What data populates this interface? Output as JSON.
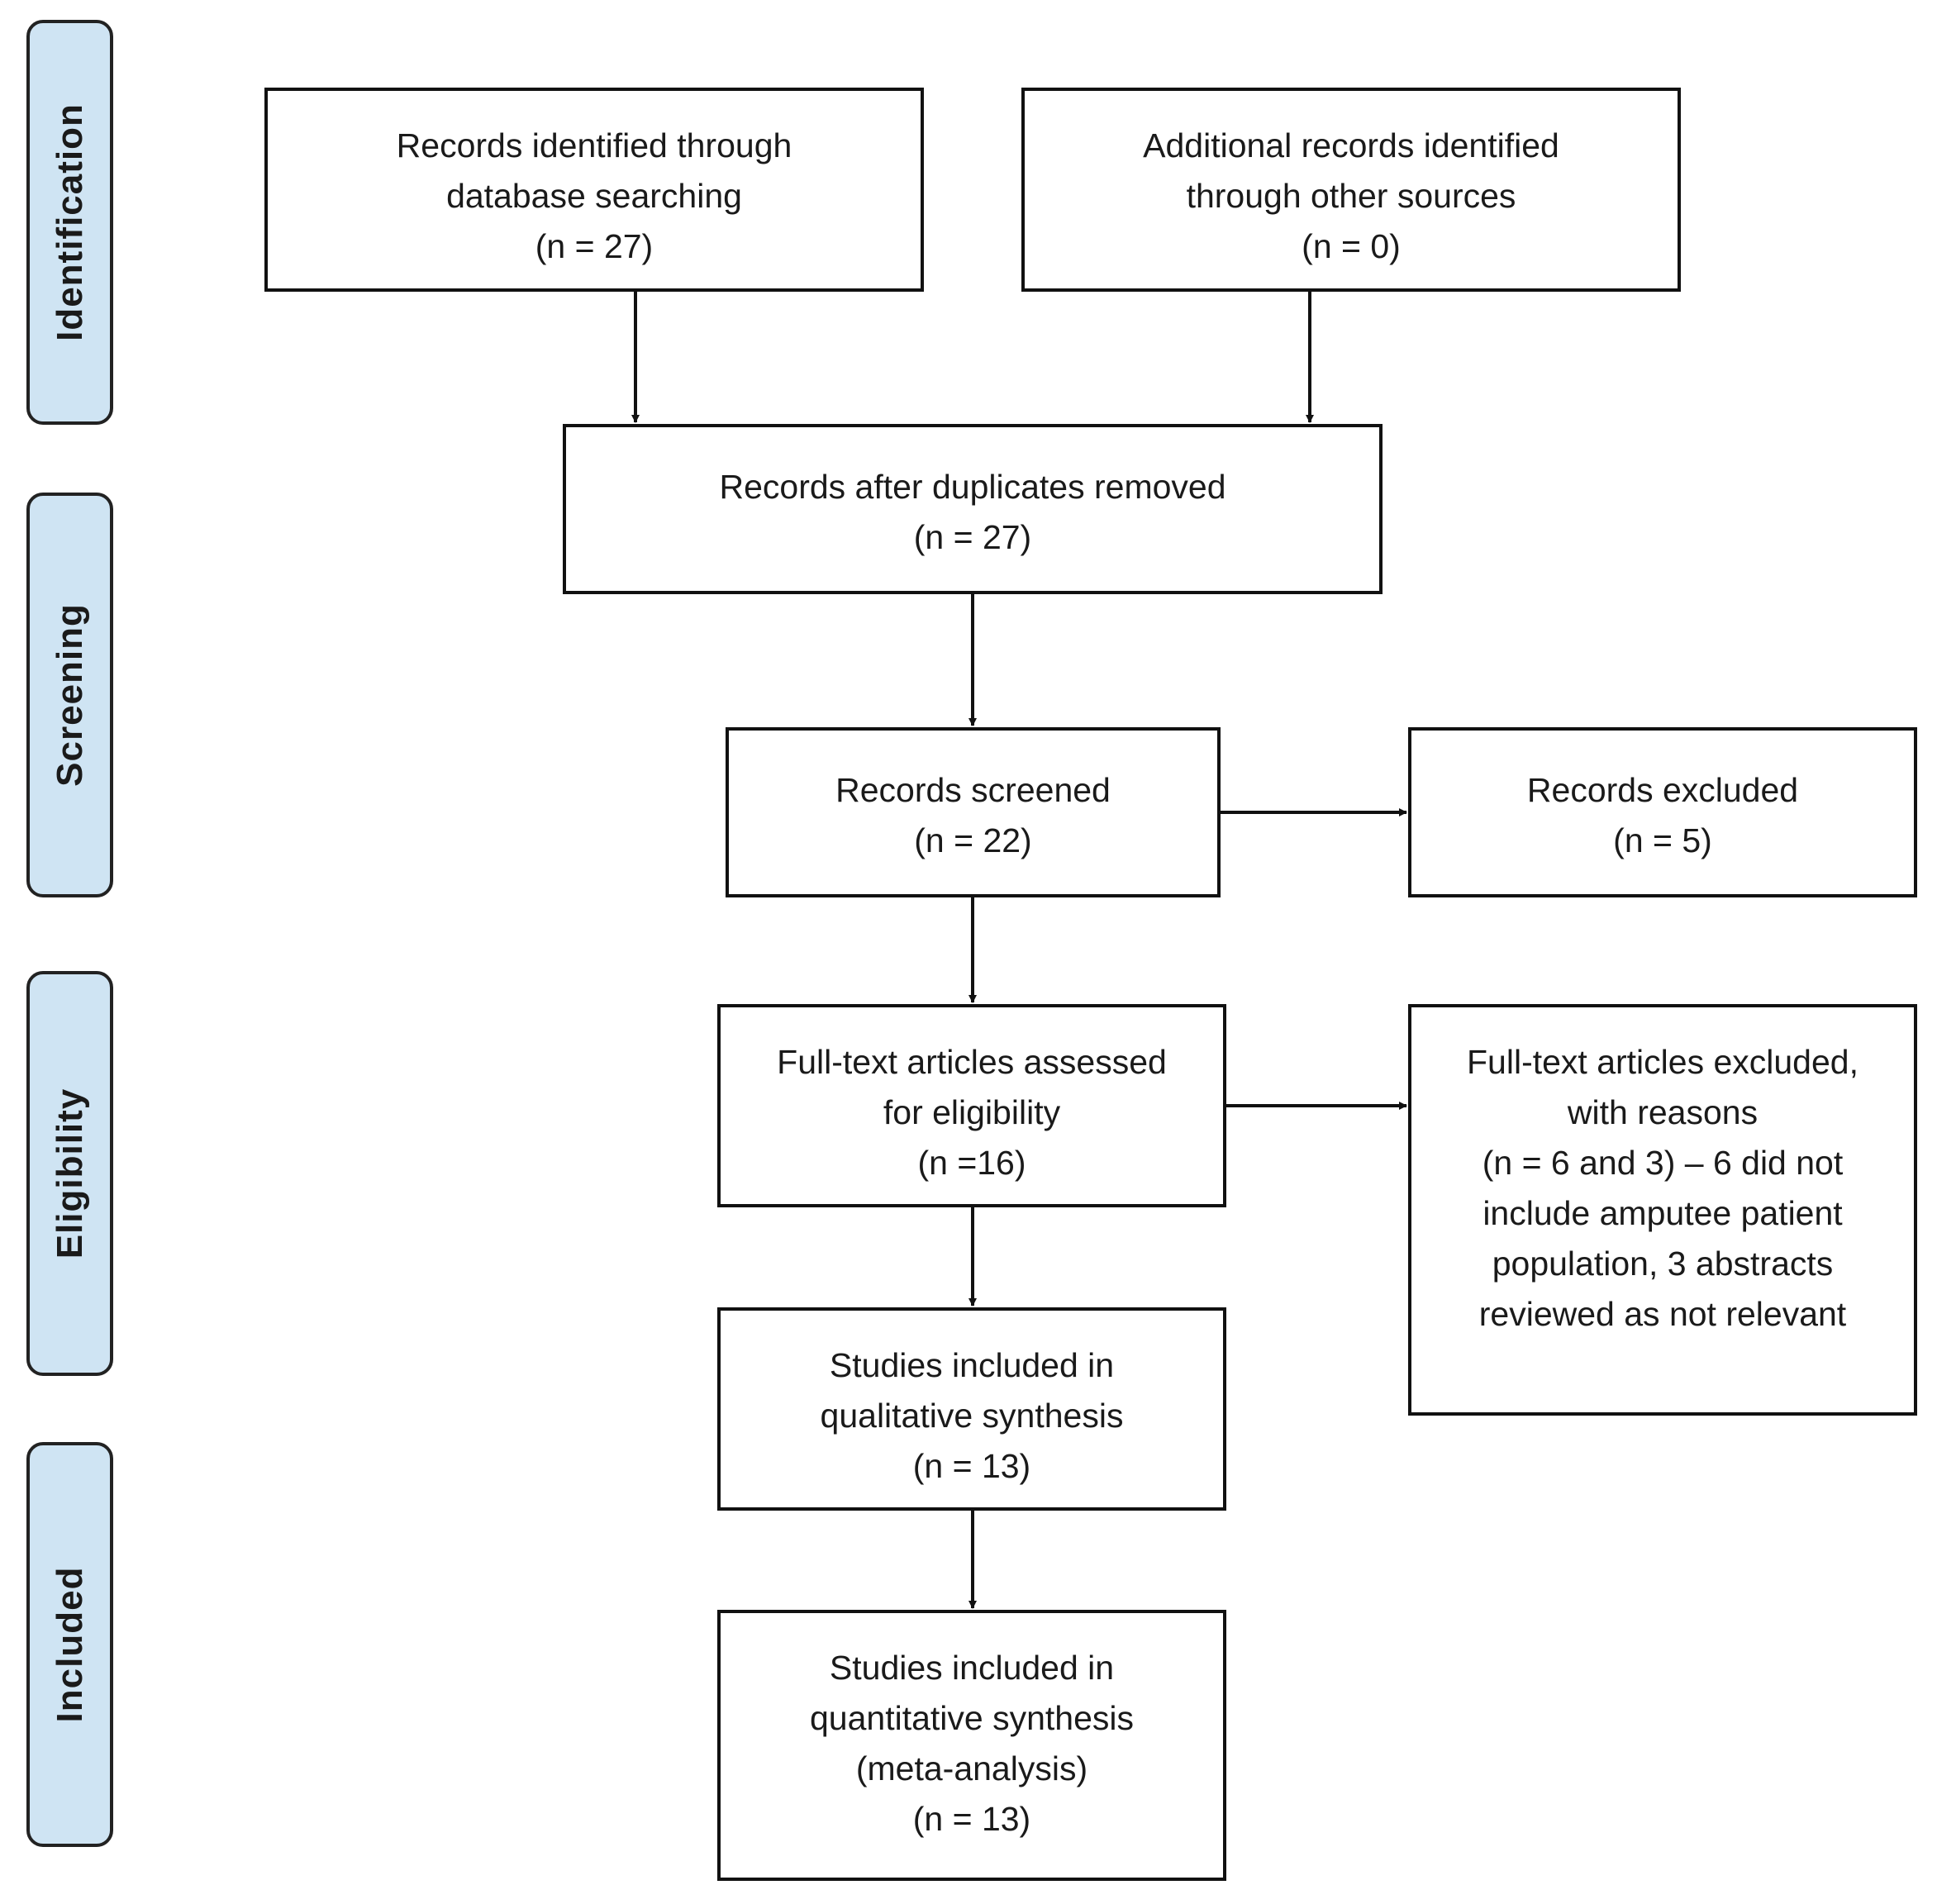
{
  "stages": [
    {
      "id": "identification",
      "label": "Identification"
    },
    {
      "id": "screening",
      "label": "Screening"
    },
    {
      "id": "eligibility",
      "label": "Eligibility"
    },
    {
      "id": "included",
      "label": "Included"
    }
  ],
  "boxes": {
    "database_search": [
      "Records identified through",
      "database searching",
      "(n = 27)"
    ],
    "other_sources": [
      "Additional records identified",
      "through other sources",
      "(n = 0)"
    ],
    "duplicates_removed": [
      "Records after duplicates removed",
      "(n = 27)"
    ],
    "screened": [
      "Records screened",
      "(n = 22)"
    ],
    "excluded": [
      "Records excluded",
      "(n = 5)"
    ],
    "fulltext_assessed": [
      "Full-text articles assessed",
      "for eligibility",
      "(n =16)"
    ],
    "fulltext_excluded": [
      "Full-text articles excluded,",
      "with reasons",
      "(n = 6 and 3) – 6 did not",
      "include amputee patient",
      "population, 3 abstracts",
      "reviewed as not relevant"
    ],
    "qualitative": [
      "Studies included in",
      "qualitative synthesis",
      "(n = 13)"
    ],
    "quantitative": [
      "Studies included in",
      "quantitative synthesis",
      "(meta-analysis)",
      "(n = 13)"
    ]
  }
}
